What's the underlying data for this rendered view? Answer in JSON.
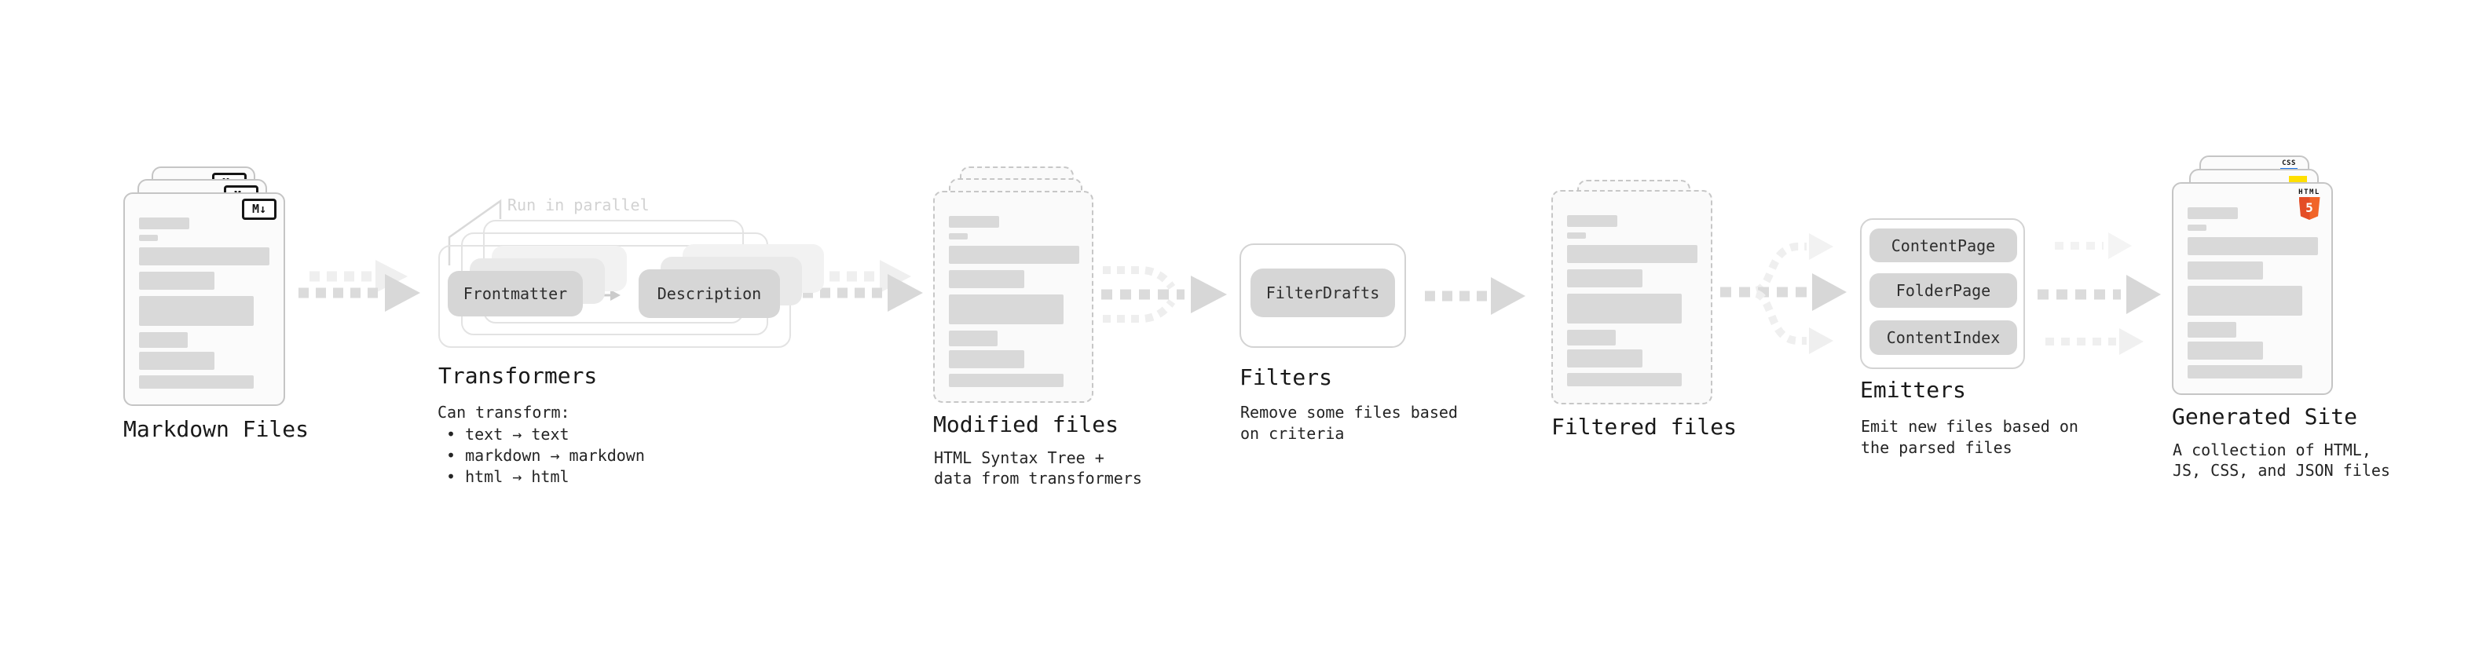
{
  "diagram": {
    "markdown_files": {
      "label": "Markdown Files",
      "badge": "M↓"
    },
    "transformers": {
      "parallel_label": "Run in parallel",
      "pill_frontmatter": "Frontmatter",
      "pill_description": "Description",
      "title": "Transformers",
      "subtitle_heading": "Can transform:",
      "bullets": [
        "• text → text",
        "• markdown → markdown",
        "• html → html"
      ]
    },
    "modified_files": {
      "label": "Modified files",
      "subtitle": [
        "HTML Syntax Tree +",
        "data from transformers"
      ]
    },
    "filters": {
      "title": "Filters",
      "pill": "FilterDrafts",
      "subtitle": [
        "Remove some files based",
        "on criteria"
      ]
    },
    "filtered_files": {
      "label": "Filtered files"
    },
    "emitters": {
      "title": "Emitters",
      "pills": [
        "ContentPage",
        "FolderPage",
        "ContentIndex"
      ],
      "subtitle": [
        "Emit new files based on",
        "the parsed files"
      ]
    },
    "generated_site": {
      "label": "Generated Site",
      "subtitle": [
        "A collection of HTML,",
        "JS, CSS, and JSON files"
      ],
      "badge_css": "CSS",
      "badge_html": "HTML",
      "badge_html_number": "5"
    }
  },
  "colors": {
    "html5_orange_dark": "#e44d26",
    "html5_orange_light": "#f16529",
    "js_yellow": "#ffdf00",
    "css_blue": "#1a73e8",
    "arrow_gray": "#dbdbdb",
    "arrow_light_gray": "#efefef",
    "pill_gray": "#d6d6d6"
  }
}
